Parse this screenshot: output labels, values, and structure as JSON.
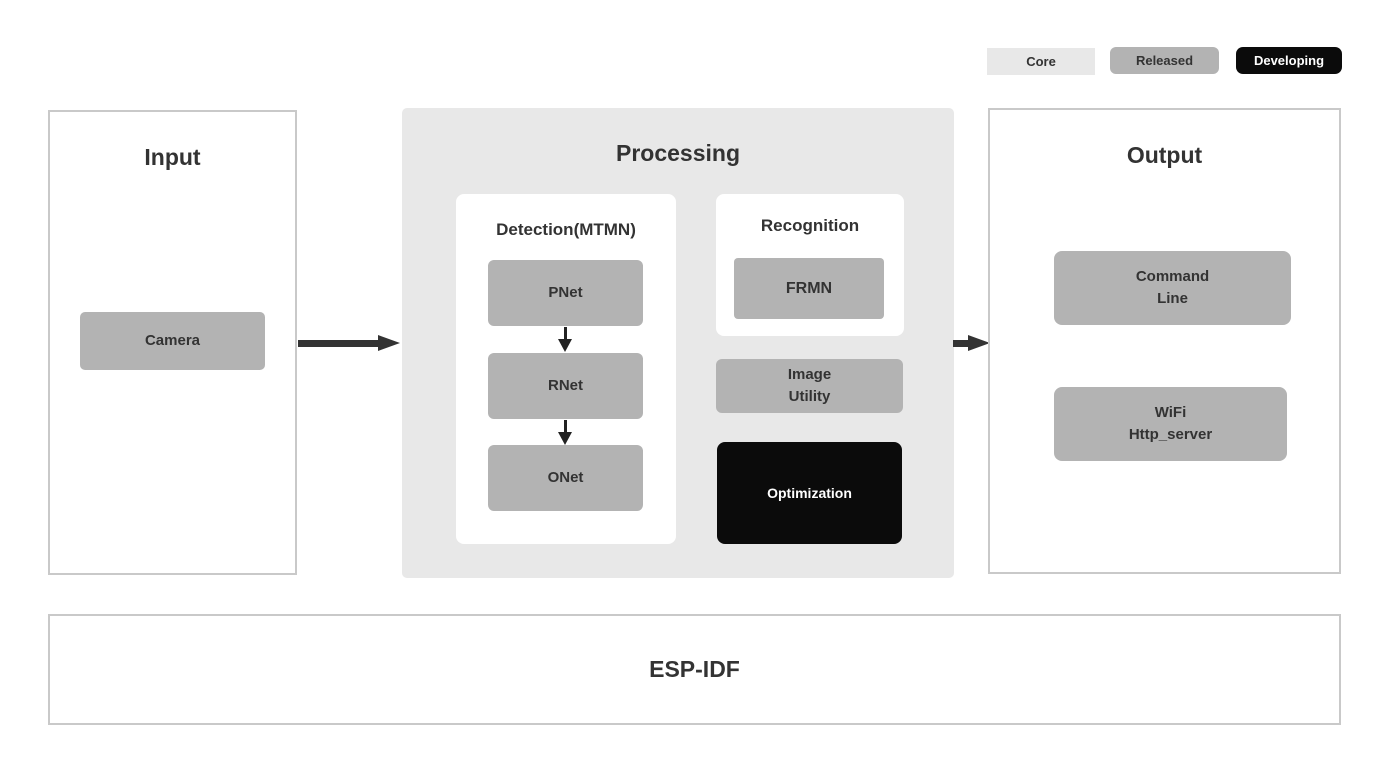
{
  "legend": {
    "core": "Core",
    "released": "Released",
    "developing": "Developing"
  },
  "sections": {
    "input": {
      "title": "Input",
      "camera": "Camera"
    },
    "processing": {
      "title": "Processing",
      "detection": {
        "title": "Detection(MTMN)",
        "pnet": "PNet",
        "rnet": "RNet",
        "onet": "ONet"
      },
      "recognition": {
        "title": "Recognition",
        "frmn": "FRMN"
      },
      "image_utility": {
        "line1": "Image",
        "line2": "Utility"
      },
      "optimization": "Optimization"
    },
    "output": {
      "title": "Output",
      "command_line": {
        "line1": "Command",
        "line2": "Line"
      },
      "wifi": {
        "line1": "WiFi",
        "line2": "Http_server"
      }
    },
    "foundation": {
      "title": "ESP-IDF"
    }
  },
  "colors": {
    "core_bg": "#e8e8e8",
    "released_bg": "#b3b3b3",
    "developing_bg": "#0b0b0b",
    "developing_text": "#ffffff",
    "panel_border": "#c9c9c9",
    "text": "#333333",
    "arrow": "#333333"
  }
}
